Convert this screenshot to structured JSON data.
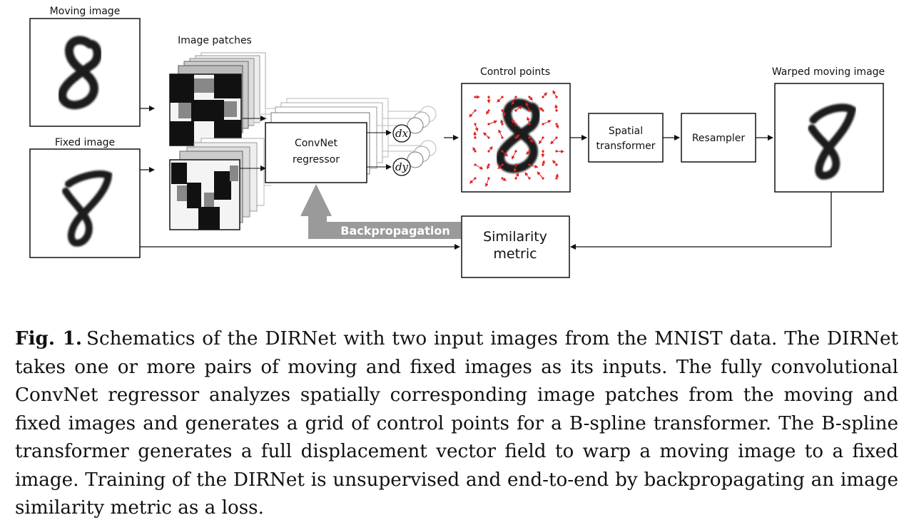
{
  "figure": {
    "labels": {
      "moving_image": "Moving image",
      "fixed_image": "Fixed image",
      "image_patches": "Image patches",
      "control_points": "Control points",
      "warped_moving_image": "Warped moving image"
    },
    "boxes": {
      "convnet_line1": "ConvNet",
      "convnet_line2": "regressor",
      "spatial_line1": "Spatial",
      "spatial_line2": "transformer",
      "resampler": "Resampler",
      "similarity_line1": "Similarity",
      "similarity_line2": "metric"
    },
    "outputs": {
      "dx": "dx",
      "dy": "dy"
    },
    "backpropagation": "Backpropagation",
    "colors": {
      "arrow_gray": "#9a9a9a",
      "control_point_red": "#e02020",
      "digit_dark": "#111111"
    }
  },
  "caption": {
    "label": "Fig. 1.",
    "text": "Schematics of the DIRNet with two input images from the MNIST data. The DIRNet takes one or more pairs of moving and fixed images as its inputs. The fully convolutional ConvNet regressor analyzes spatially corresponding image patches from the moving and fixed images and generates a grid of control points for a B-spline transformer. The B-spline transformer generates a full displacement vector field to warp a moving image to a fixed image. Training of the DIRNet is unsupervised and end-to-end by backpropagating an image similarity metric as a loss."
  }
}
